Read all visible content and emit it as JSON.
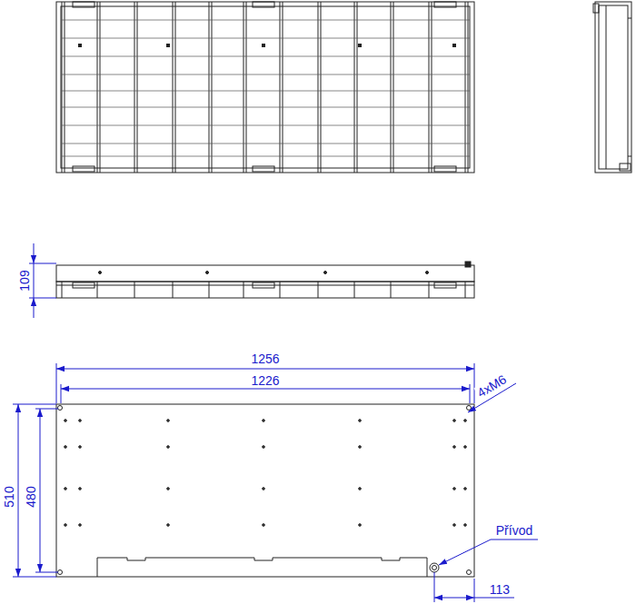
{
  "diagram": {
    "labels": [
      "109",
      "1256",
      "1226",
      "4xM6",
      "510",
      "480",
      "Přívod",
      "113"
    ]
  }
}
